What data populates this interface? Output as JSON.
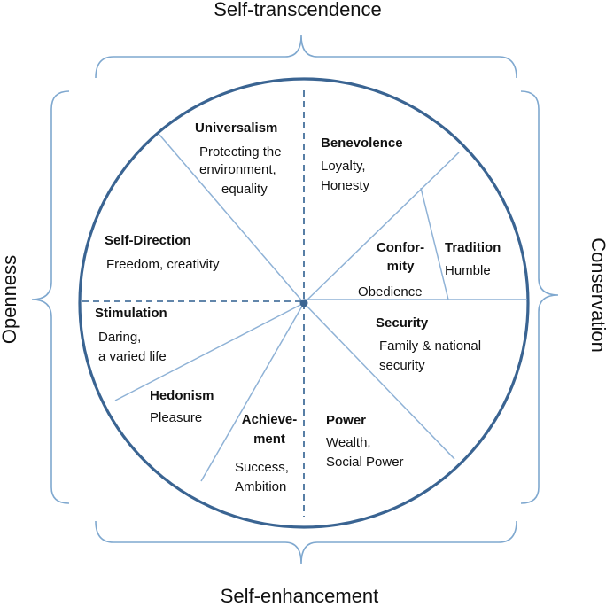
{
  "dimensions": {
    "top": "Self-transcendence",
    "bottom": "Self-enhancement",
    "left": "Openness",
    "right": "Conservation"
  },
  "values": {
    "universalism": {
      "name": "Universalism",
      "examples": [
        "Protecting the",
        "environment,",
        "equality"
      ]
    },
    "benevolence": {
      "name": "Benevolence",
      "examples": [
        "Loyalty,",
        "Honesty"
      ]
    },
    "tradition": {
      "name": "Tradition",
      "examples": [
        "Humble"
      ]
    },
    "conformity": {
      "name": [
        "Confor-",
        "mity"
      ],
      "examples": [
        "Obedience"
      ]
    },
    "security": {
      "name": "Security",
      "examples": [
        "Family & national",
        "security"
      ]
    },
    "power": {
      "name": "Power",
      "examples": [
        "Wealth,",
        "Social Power"
      ]
    },
    "achievement": {
      "name": [
        "Achieve-",
        "ment"
      ],
      "examples": [
        "Success,",
        "Ambition"
      ]
    },
    "hedonism": {
      "name": "Hedonism",
      "examples": [
        "Pleasure"
      ]
    },
    "stimulation": {
      "name": "Stimulation",
      "examples": [
        "Daring,",
        "a varied life"
      ]
    },
    "self_direction": {
      "name": "Self-Direction",
      "examples": [
        "Freedom, creativity"
      ]
    }
  },
  "colors": {
    "circle": "#3a6492",
    "axis": "#2f5f8f",
    "spoke": "#8fb2d6",
    "brace": "#7fa8cf"
  }
}
